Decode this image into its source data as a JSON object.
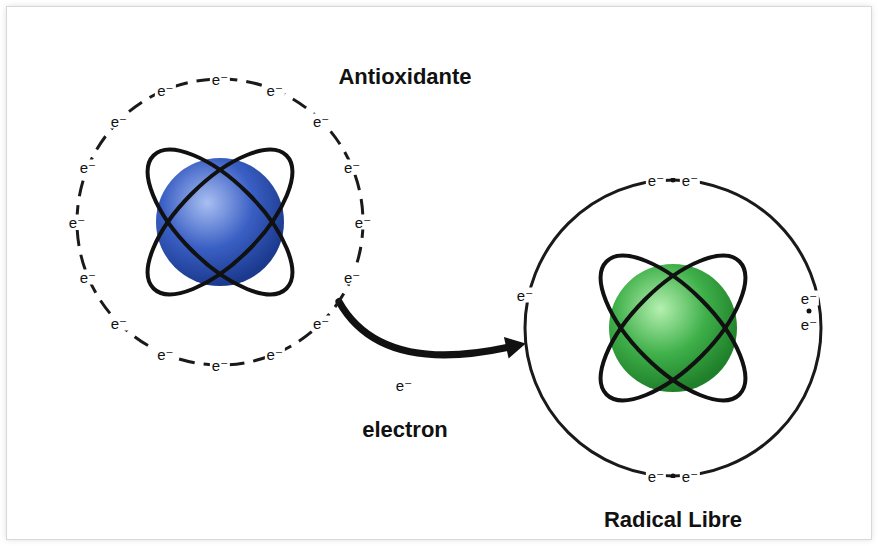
{
  "diagram": {
    "nodes": [
      {
        "text": [
          "Antioxidante"
        ]
      },
      {
        "text": [
          "Radical Libre"
        ]
      }
    ],
    "edges": [
      {
        "from": 0,
        "to": 1,
        "arrow": "to",
        "label": "electron"
      }
    ],
    "labels": [
      "e⁻",
      "e⁻",
      "e⁻",
      "e⁻",
      "e⁻",
      "e⁻",
      "e⁻",
      "e⁻",
      "e⁻",
      "e⁻",
      "e⁻",
      "e⁻",
      "e⁻",
      "e⁻",
      "e⁻",
      "e⁻",
      "e⁻",
      "e⁻",
      "e⁻",
      "e⁻",
      "e⁻",
      "e⁻",
      "e⁻",
      "e⁻"
    ]
  }
}
